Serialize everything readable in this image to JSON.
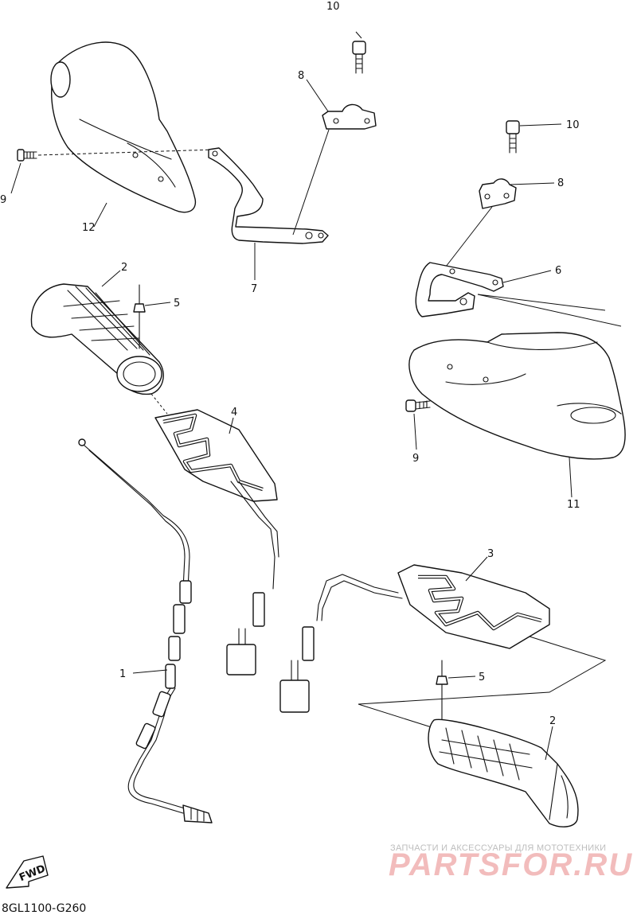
{
  "diagram": {
    "callouts": {
      "c1": "1",
      "c2_top": "2",
      "c2_bottom": "2",
      "c3": "3",
      "c4": "4",
      "c5_top": "5",
      "c5_bottom": "5",
      "c6": "6",
      "c7": "7",
      "c8_top": "8",
      "c8_right": "8",
      "c9_left": "9",
      "c9_right": "9",
      "c10_top": "10",
      "c10_right": "10",
      "c11": "11",
      "c12": "12"
    },
    "drawing_code": "8GL1100-G260",
    "fwd_label": "FWD"
  },
  "watermark": {
    "tagline": "ЗАПЧАСТИ И АКСЕССУАРЫ ДЛЯ МОТОТЕХНИКИ",
    "brand": "PARTSFOR.RU"
  },
  "colors": {
    "line": "#111111",
    "background": "#ffffff",
    "watermark_brand": "#f2bcbc",
    "watermark_text": "#bdbdbd"
  }
}
